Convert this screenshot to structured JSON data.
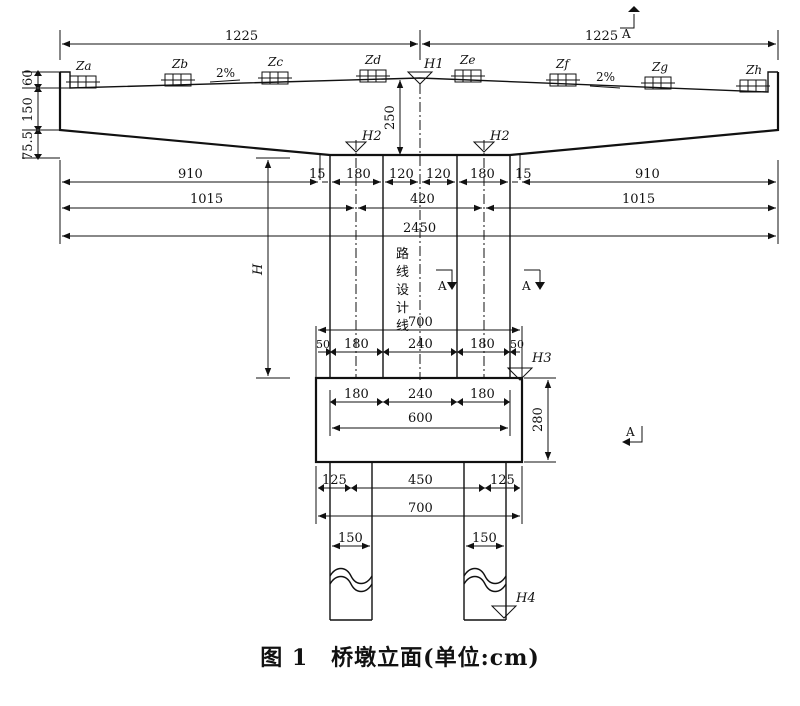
{
  "caption": "图 1　桥墩立面(单位:cm)",
  "section_label": "A",
  "route_line": "路线设计线",
  "bearings": [
    "Za",
    "Zb",
    "Zc",
    "Zd",
    "Ze",
    "Zf",
    "Zg",
    "Zh"
  ],
  "slopes": [
    "2%",
    "2%"
  ],
  "elevations": [
    "H1",
    "H2",
    "H2",
    "H3",
    "H4",
    "H"
  ],
  "dims": {
    "top_left": "1225",
    "top_right": "1225",
    "left_heights": [
      "60",
      "150",
      "75.5"
    ],
    "beam_depth": "250",
    "row1": [
      "910",
      "15",
      "180",
      "120",
      "120",
      "180",
      "15",
      "910"
    ],
    "row2": [
      "1015",
      "420",
      "1015"
    ],
    "total": "2450",
    "col_top": "700",
    "col_row": [
      "50",
      "180",
      "240",
      "180",
      "50"
    ],
    "cap_row": [
      "180",
      "240",
      "180"
    ],
    "cap_width": "600",
    "cap_height": "280",
    "pile_row": [
      "125",
      "450",
      "125"
    ],
    "pile_total": "700",
    "pile_dia": [
      "150",
      "150"
    ]
  }
}
